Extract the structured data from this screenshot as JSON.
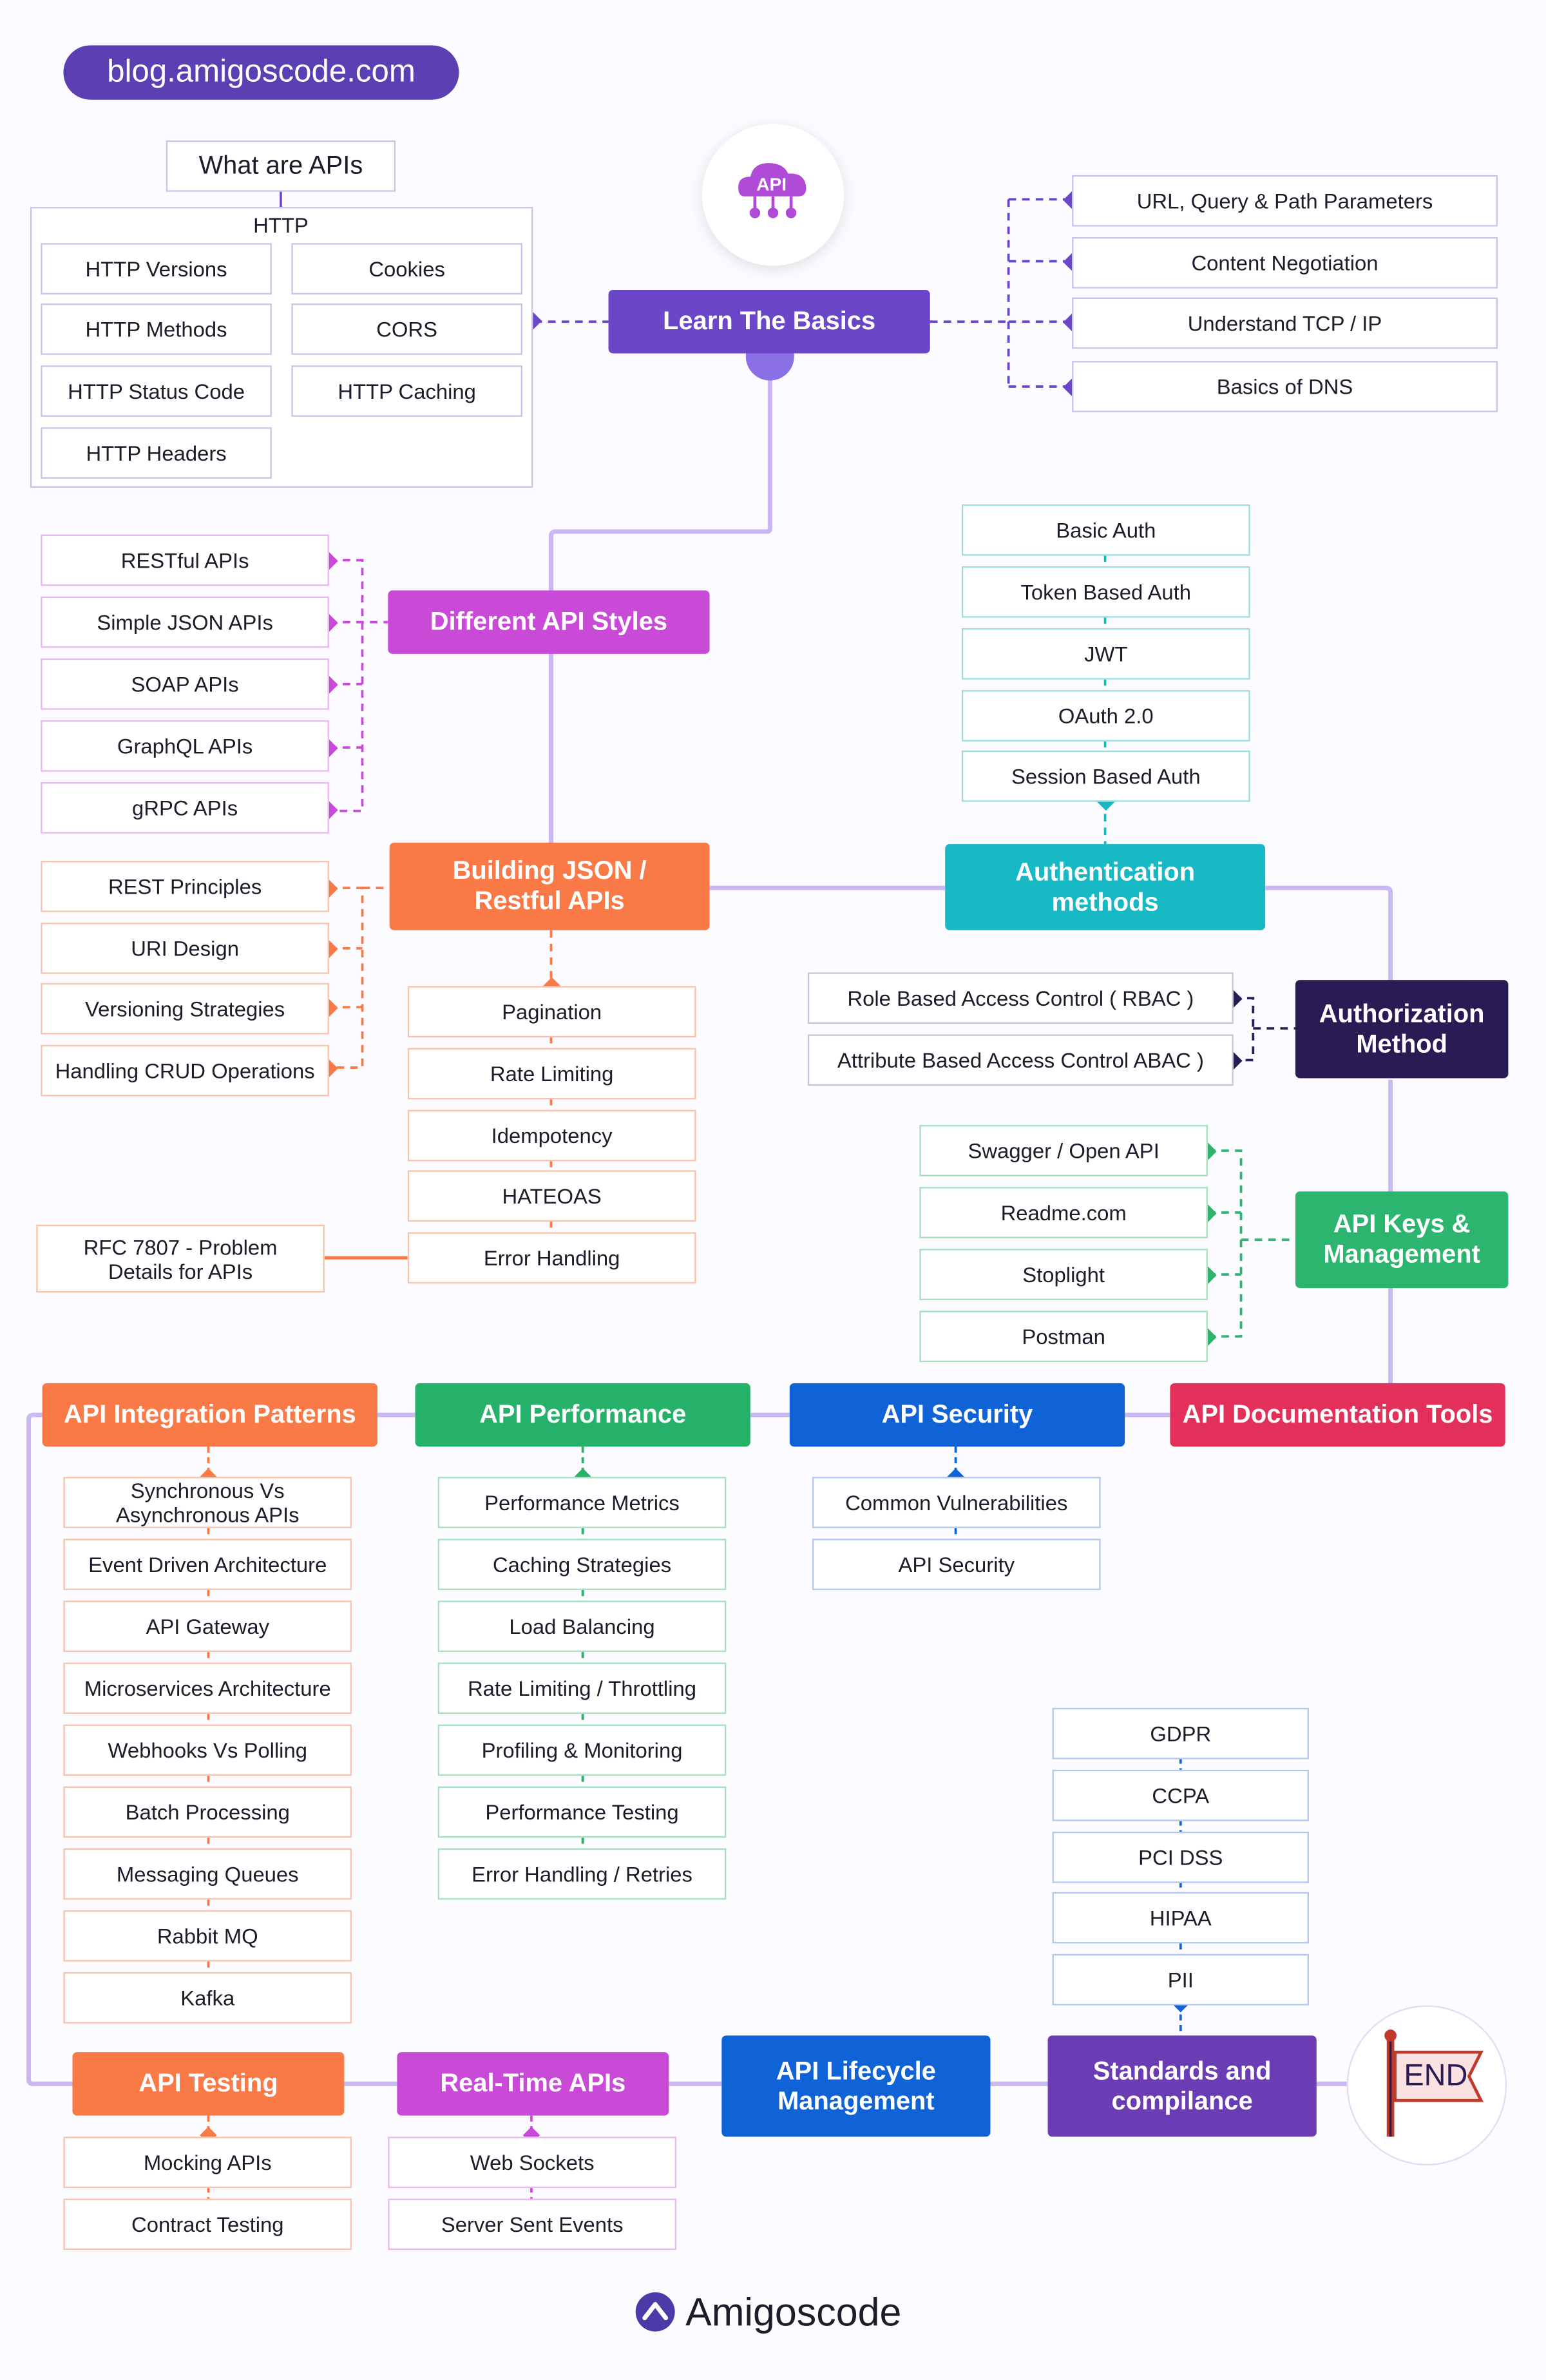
{
  "site_badge": "blog.amigoscode.com",
  "intro": {
    "title": "What are APIs",
    "http_group_label": "HTTP",
    "http_items": [
      "HTTP Versions",
      "Cookies",
      "HTTP Methods",
      "CORS",
      "HTTP Status Code",
      "HTTP Caching",
      "HTTP Headers"
    ]
  },
  "logo_icon_text": "API",
  "sections": {
    "basics": {
      "title": "Learn The Basics",
      "color": "#6c46c8",
      "items": [
        "URL, Query & Path Parameters",
        "Content Negotiation",
        "Understand TCP / IP",
        "Basics of DNS"
      ]
    },
    "styles": {
      "title": "Different API Styles",
      "color": "#c84ad6",
      "items": [
        "RESTful APIs",
        "Simple JSON APIs",
        "SOAP APIs",
        "GraphQL APIs",
        "gRPC APIs"
      ]
    },
    "building": {
      "title": "Building JSON / Restful APIs",
      "color": "#fa7a47",
      "items_left": [
        "REST Principles",
        "URI Design",
        "Versioning Strategies",
        "Handling CRUD Operations"
      ],
      "items_below": [
        "Pagination",
        "Rate Limiting",
        "Idempotency",
        "HATEOAS",
        "Error Handling"
      ],
      "rfc_note": "RFC 7807 - Problem Details for APIs"
    },
    "auth": {
      "title": "Authentication methods",
      "color": "#16b9c3",
      "items": [
        "Basic Auth",
        "Token Based Auth",
        "JWT",
        "OAuth 2.0",
        "Session Based Auth"
      ]
    },
    "authz": {
      "title": "Authorization Method",
      "color": "#2b1b55",
      "items": [
        "Role Based Access Control ( RBAC )",
        "Attribute Based Access Control ABAC )"
      ]
    },
    "keys": {
      "title": "API Keys & Management",
      "color": "#2bb56e",
      "items": [
        "Swagger / Open API",
        "Readme.com",
        "Stoplight",
        "Postman"
      ]
    },
    "integration": {
      "title": "API Integration Patterns",
      "color": "#fa7a47",
      "items": [
        "Synchronous Vs Asynchronous APIs",
        "Event Driven Architecture",
        "API Gateway",
        "Microservices Architecture",
        "Webhooks Vs Polling",
        "Batch Processing",
        "Messaging Queues",
        "Rabbit MQ",
        "Kafka"
      ]
    },
    "performance": {
      "title": "API Performance",
      "color": "#26b16a",
      "items": [
        "Performance Metrics",
        "Caching Strategies",
        "Load Balancing",
        "Rate Limiting / Throttling",
        "Profiling & Monitoring",
        "Performance Testing",
        "Error Handling / Retries"
      ]
    },
    "security": {
      "title": "API Security",
      "color": "#1063d6",
      "items": [
        "Common Vulnerabilities",
        "API Security"
      ]
    },
    "documentation": {
      "title": "API Documentation Tools",
      "color": "#e3305a"
    },
    "standards": {
      "title": "Standards and compilance",
      "color": "#6a3db5",
      "items": [
        "GDPR",
        "CCPA",
        "PCI DSS",
        "HIPAA",
        "PII"
      ]
    },
    "lifecycle": {
      "title": "API Lifecycle Management",
      "color": "#1063d6"
    },
    "realtime": {
      "title": "Real-Time APIs",
      "color": "#c84ad6",
      "items": [
        "Web Sockets",
        "Server Sent Events"
      ]
    },
    "testing": {
      "title": "API Testing",
      "color": "#fa7a47",
      "items": [
        "Mocking APIs",
        "Contract Testing"
      ]
    }
  },
  "end_label": "END",
  "footer_brand": "Amigoscode"
}
